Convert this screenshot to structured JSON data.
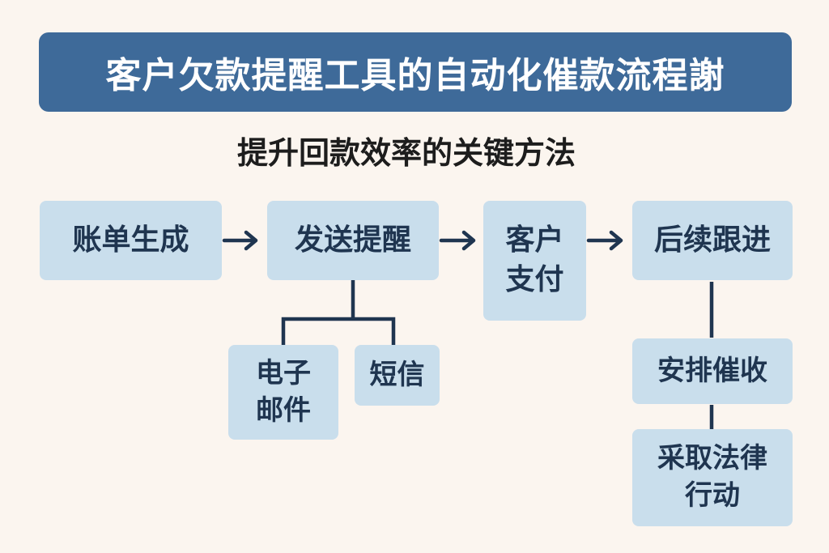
{
  "title": "客户欠款提醒工具的自动化催款流程謝",
  "subtitle": "提升回款效率的关键方法",
  "colors": {
    "background": "#fbf5ef",
    "title_banner": "#3e6a99",
    "node_fill": "#c9deec",
    "node_text": "#1f3550",
    "connector": "#1f3550"
  },
  "nodes": {
    "bill_generation": "账单生成",
    "send_reminder": "发送提醒",
    "customer_payment": "客户\n支付",
    "follow_up": "后续跟进",
    "email": "电子\n邮件",
    "sms": "短信",
    "arrange_collection": "安排催收",
    "legal_action": "采取法律\n行动"
  }
}
